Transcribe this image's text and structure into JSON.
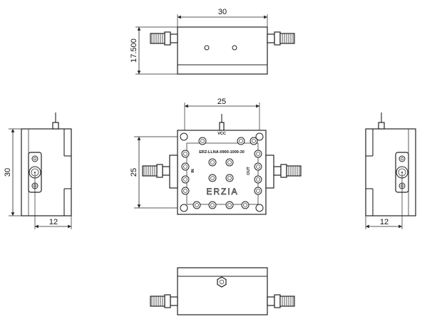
{
  "dimensions": {
    "top_width": "30",
    "top_height": "17.500",
    "front_width": "25",
    "front_height": "25",
    "left_height": "30",
    "left_width": "12",
    "right_width": "12"
  },
  "labels": {
    "vcc": "VCC",
    "in": "IN",
    "out": "OUT",
    "model": "ERZ-LLNA-0900-1000-30",
    "brand": "ERZIA"
  },
  "icons": [
    "sma-connector-icon",
    "mounting-hole-icon",
    "dc-pin-icon"
  ]
}
